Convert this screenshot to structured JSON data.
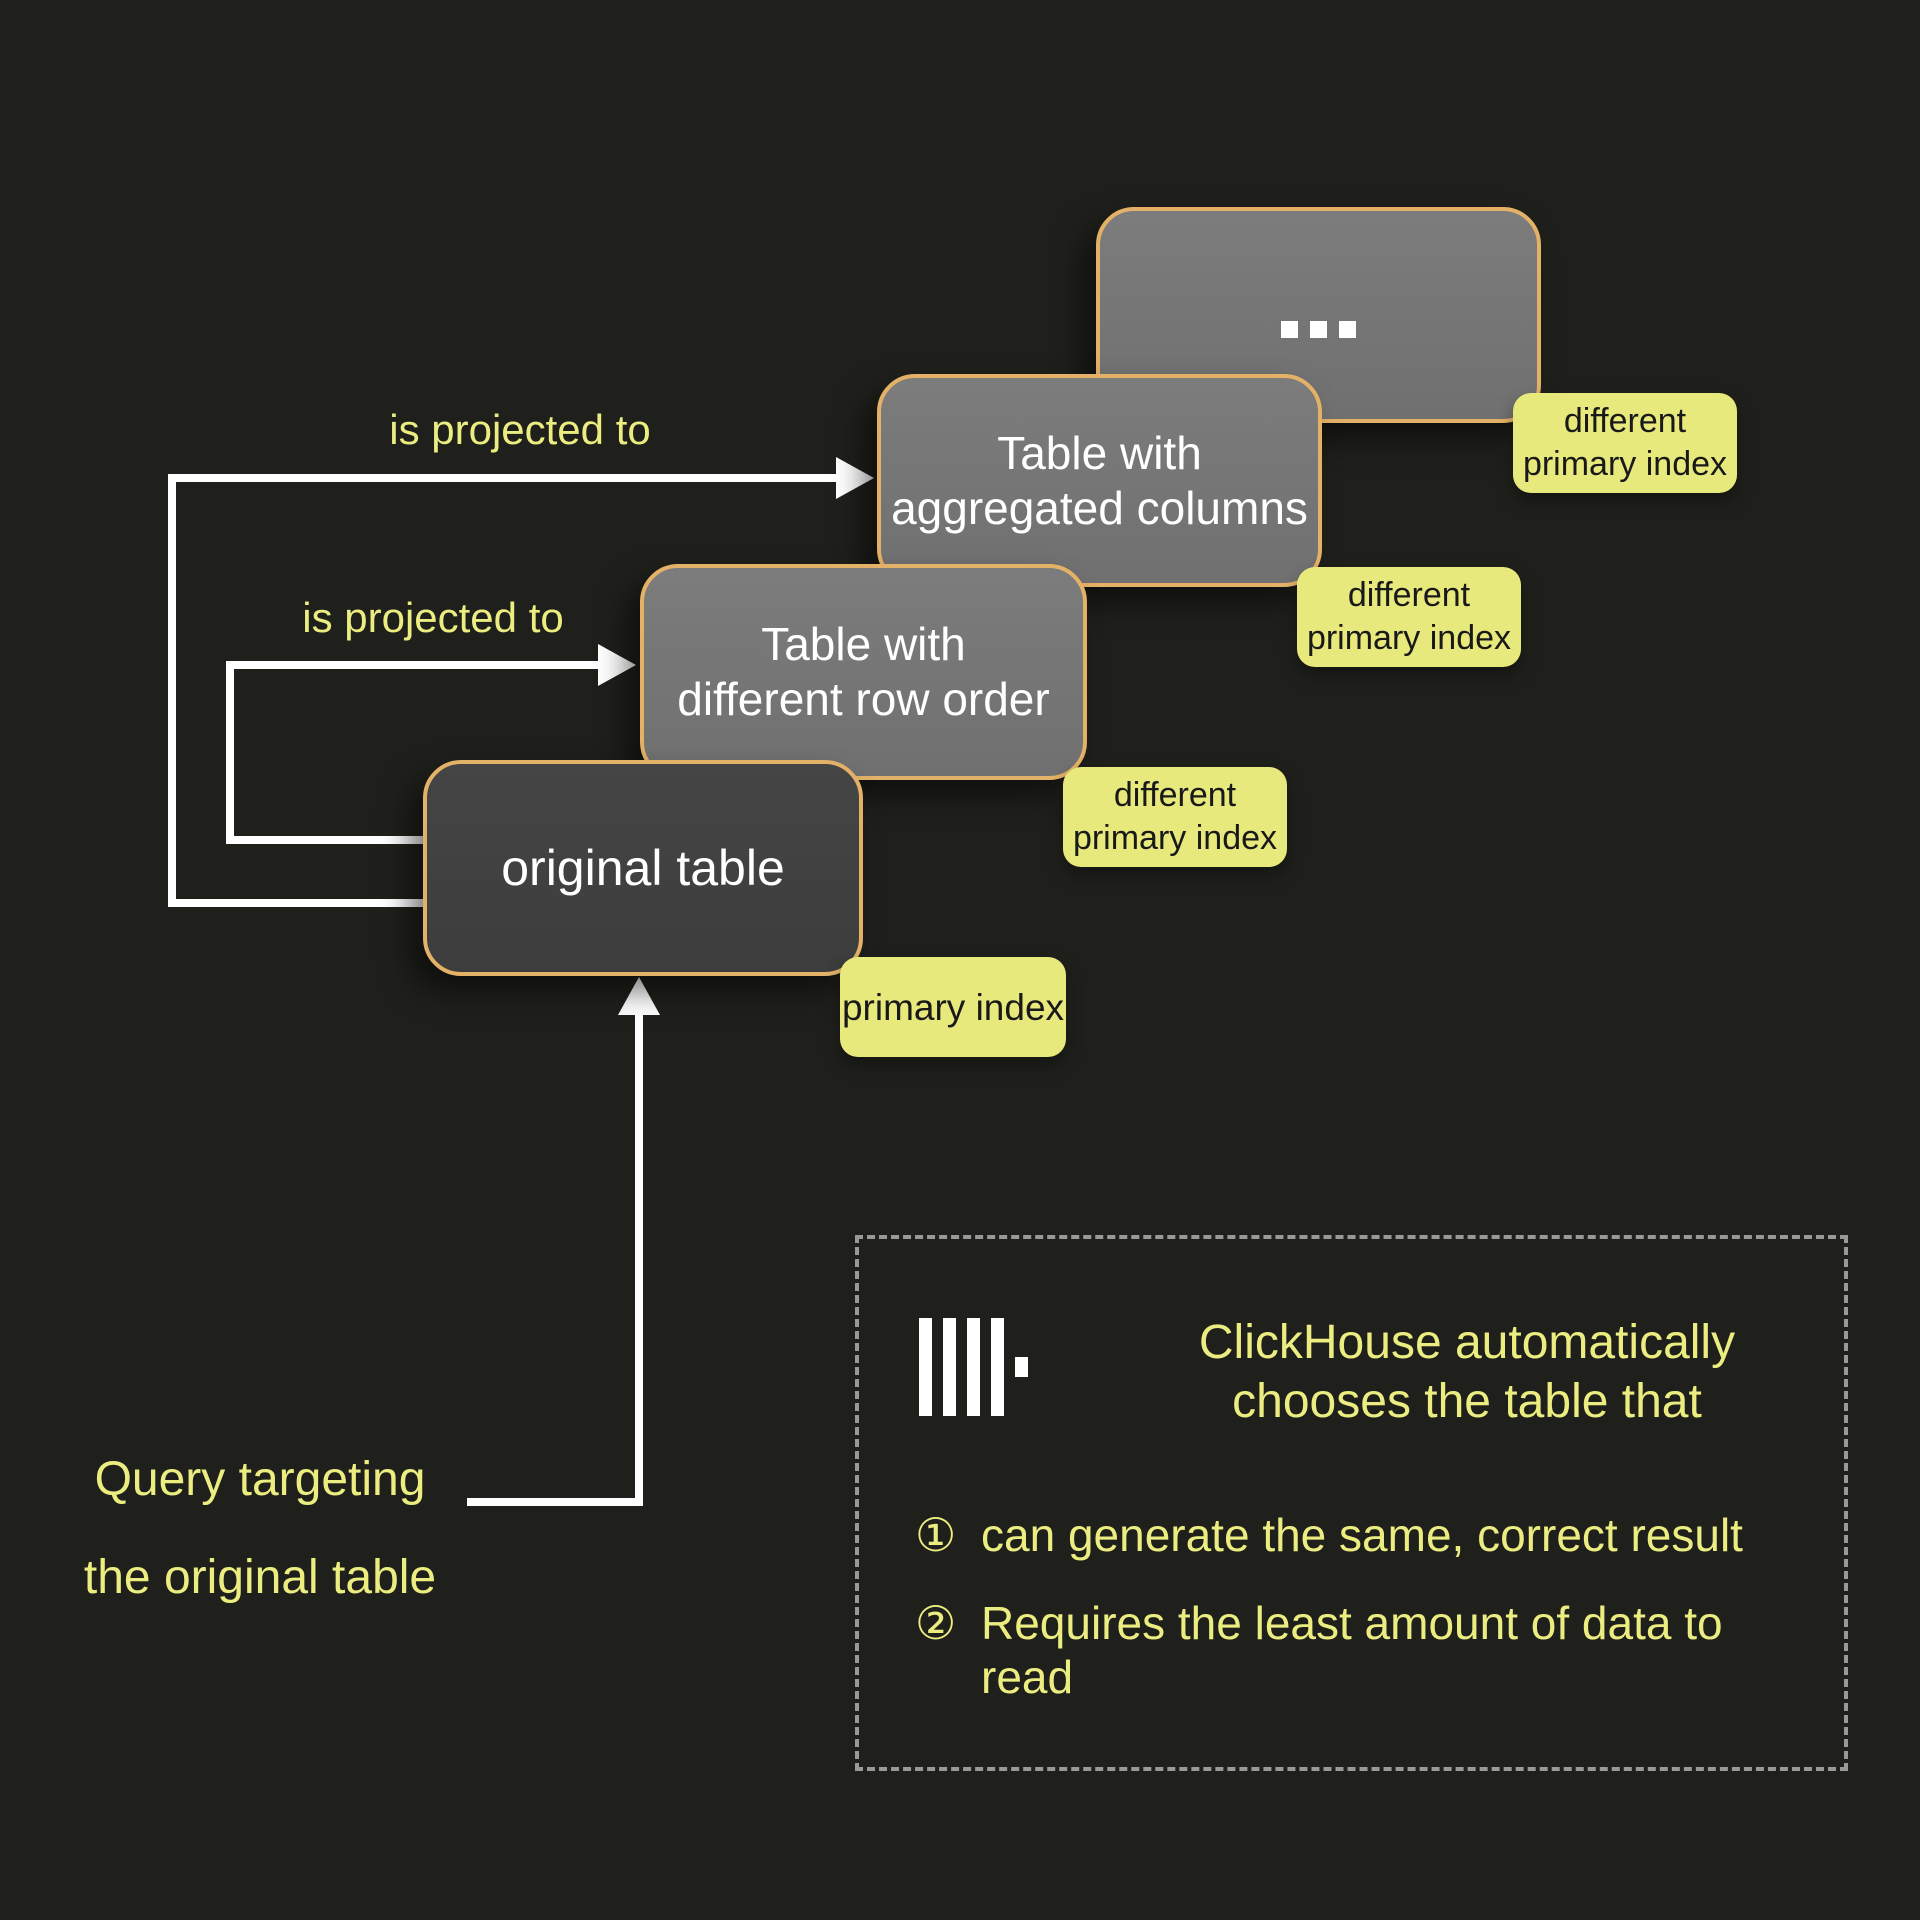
{
  "palette": {
    "background": "#1f1f1b",
    "box_border_orange": "#e3b167",
    "box_gray_fill": "#767676",
    "box_dark_fill": "#414141",
    "note_yellow": "#e7e97c",
    "note_text": "#191919",
    "accent_text_yellow": "#ebed80",
    "arrow_white": "#ffffff",
    "dashed_border_gray": "#999999"
  },
  "stack": {
    "ellipsis": "...",
    "boxes": [
      {
        "id": "ellipsis-table",
        "lines": []
      },
      {
        "id": "aggregated",
        "lines": [
          "Table with",
          "aggregated columns"
        ]
      },
      {
        "id": "row-order",
        "lines": [
          "Table with",
          "different row order"
        ]
      },
      {
        "id": "original",
        "lines": [
          "original table"
        ]
      }
    ]
  },
  "notes": [
    {
      "lines": [
        "different",
        "primary index"
      ]
    },
    {
      "lines": [
        "different",
        "primary index"
      ]
    },
    {
      "lines": [
        "different",
        "primary index"
      ]
    },
    {
      "lines": [
        "primary index"
      ]
    }
  ],
  "arrows": {
    "label_top": "is projected to",
    "label_middle": "is projected to"
  },
  "query": {
    "line1": "Query targeting",
    "line2": "the original table"
  },
  "panel": {
    "logo": "clickhouse-logo",
    "heading_line1": "ClickHouse automatically",
    "heading_line2": "chooses the table that",
    "items": [
      {
        "num": "①",
        "lines": [
          "can generate the same, correct result",
          ""
        ]
      },
      {
        "num": "②",
        "lines": [
          "Requires the least amount of data to",
          "read"
        ]
      }
    ]
  }
}
